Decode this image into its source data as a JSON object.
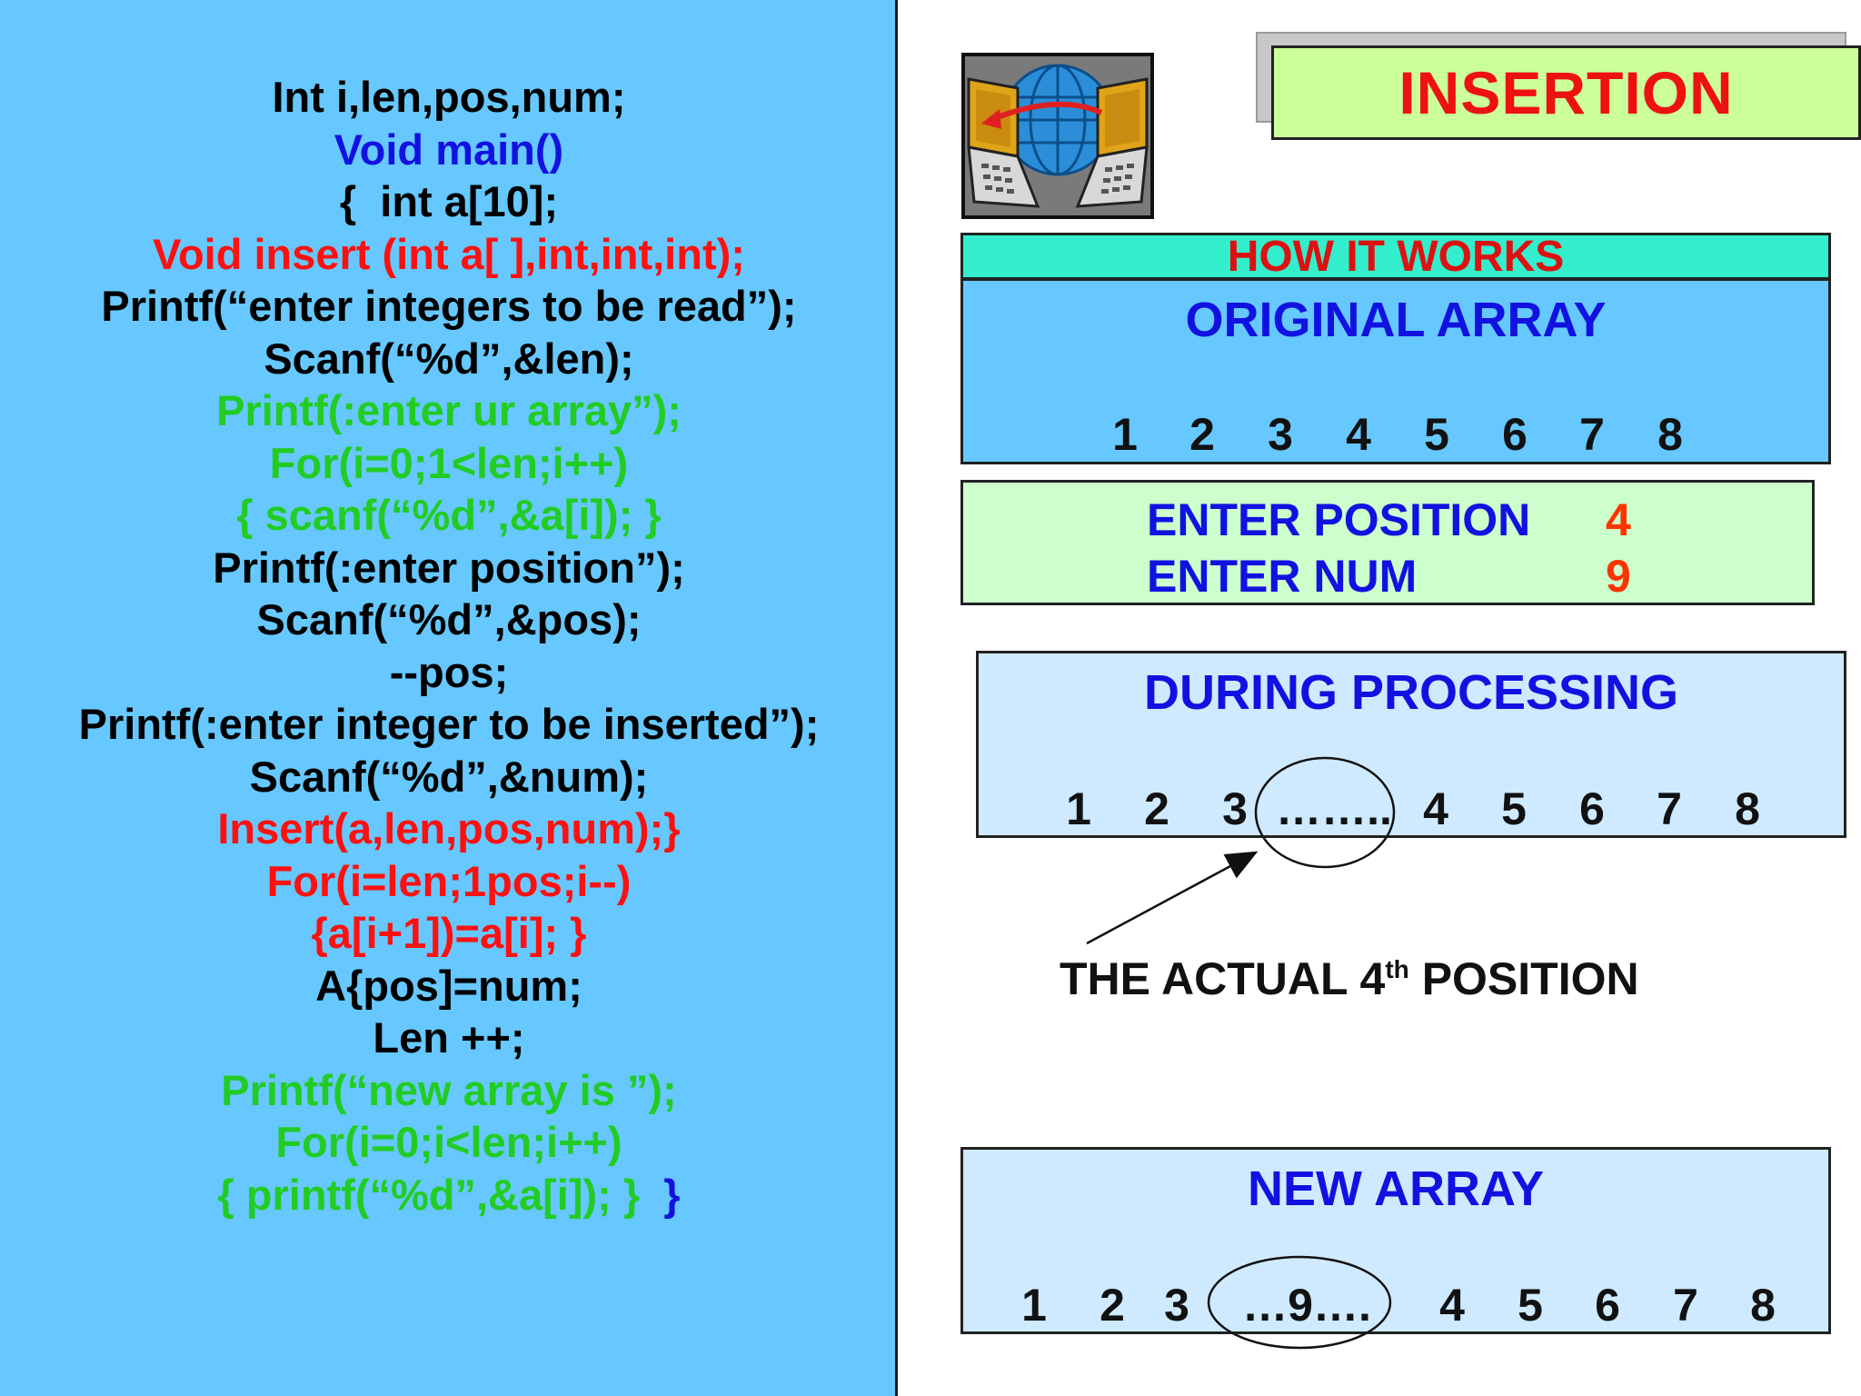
{
  "code": {
    "lines": [
      {
        "text": "Int i,len,pos,num;",
        "color": "black"
      },
      {
        "text": "Void main()",
        "color": "blue"
      },
      {
        "text": "{  int a[10];",
        "color": "black"
      },
      {
        "text": "Void insert (int a[ ],int,int,int);",
        "color": "red"
      },
      {
        "text": "Printf(“enter integers to be read”);",
        "color": "black"
      },
      {
        "text": "Scanf(“%d”,&len);",
        "color": "black"
      },
      {
        "text": "Printf(:enter ur array”);",
        "color": "green"
      },
      {
        "text": "For(i=0;1<len;i++)",
        "color": "green"
      },
      {
        "text": "{ scanf(“%d”,&a[i]); }",
        "color": "green"
      },
      {
        "text": "Printf(:enter position”);",
        "color": "black"
      },
      {
        "text": "Scanf(“%d”,&pos);",
        "color": "black"
      },
      {
        "text": "--pos;",
        "color": "black"
      },
      {
        "text": "Printf(:enter integer to be inserted”);",
        "color": "black"
      },
      {
        "text": "Scanf(“%d”,&num);",
        "color": "black"
      },
      {
        "text": "Insert(a,len,pos,num);}",
        "color": "red"
      },
      {
        "text": "For(i=len;1pos;i--)",
        "color": "red"
      },
      {
        "text": "{a[i+1])=a[i]; }",
        "color": "red"
      },
      {
        "text": "A{pos]=num;",
        "color": "black"
      },
      {
        "text": "Len ++;",
        "color": "black"
      },
      {
        "text": "Printf(“new array is ”);",
        "color": "green"
      },
      {
        "text": "For(i=0;i<len;i++)",
        "color": "green"
      },
      {
        "text": "{ printf(“%d”,&a[i]); }",
        "color": "green",
        "suffix": "  }",
        "suffix_color": "blue"
      }
    ]
  },
  "logo": {
    "icon": "network-computers-icon"
  },
  "title": "INSERTION",
  "how_it_works": "HOW IT WORKS",
  "original": {
    "title": "ORIGINAL ARRAY",
    "values": [
      "1",
      "2",
      "3",
      "4",
      "5",
      "6",
      "7",
      "8"
    ]
  },
  "inputs": {
    "position_label": "ENTER POSITION",
    "position_value": "4",
    "num_label": "ENTER NUM",
    "num_value": "9"
  },
  "during": {
    "title": "DURING PROCESSING",
    "values": [
      "1",
      "2",
      "3",
      "……..",
      "4",
      "5",
      "6",
      "7",
      "8"
    ]
  },
  "annotation": {
    "prefix": "THE  ACTUAL 4",
    "sup": "th",
    "suffix": " POSITION"
  },
  "new_array": {
    "title": "NEW ARRAY",
    "values": [
      "1",
      "2",
      "3",
      "…9….",
      "4",
      "5",
      "6",
      "7",
      "8"
    ]
  },
  "colors": {
    "black": "#000000",
    "blue": "#1212e0",
    "red": "#ff1010",
    "green": "#22cc22",
    "code_bg": "#66c8ff",
    "title_red": "#ee1111",
    "value_orange": "#ff3300"
  }
}
